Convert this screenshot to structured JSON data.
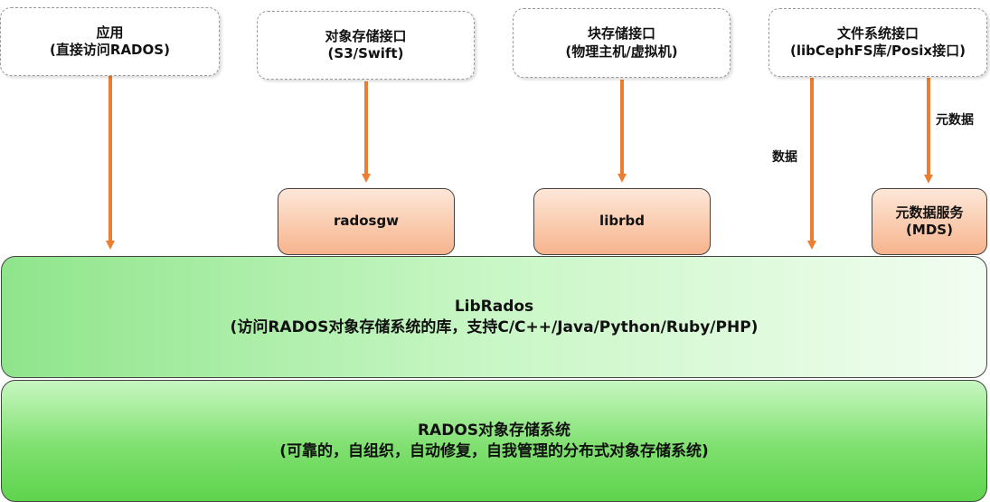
{
  "top_boxes": {
    "app": {
      "line1": "应用",
      "line2": "(直接访问RADOS)"
    },
    "object": {
      "line1": "对象存储接口",
      "line2": "(S3/Swift)"
    },
    "block": {
      "line1": "块存储接口",
      "line2": "(物理主机/虚拟机)"
    },
    "file": {
      "line1": "文件系统接口",
      "line2": "(libCephFS库/Posix接口)"
    }
  },
  "middle_boxes": {
    "radosgw": "radosgw",
    "librbd": "librbd",
    "mds": {
      "line1": "元数据服务",
      "line2": "(MDS)"
    }
  },
  "layers": {
    "librados": {
      "title": "LibRados",
      "subtitle": "(访问RADOS对象存储系统的库，支持C/C++/Java/Python/Ruby/PHP)"
    },
    "rados": {
      "title": "RADOS对象存储系统",
      "subtitle": "(可靠的，自组织，自动修复，自我管理的分布式对象存储系统)"
    }
  },
  "arrow_labels": {
    "data": "数据",
    "metadata": "元数据"
  },
  "colors": {
    "arrow": "#ed7d31"
  }
}
